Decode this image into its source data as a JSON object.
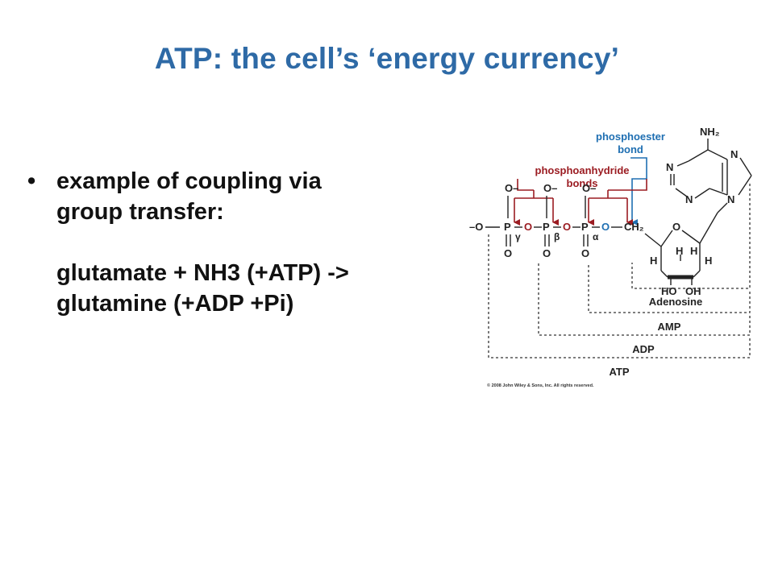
{
  "slide": {
    "title": "ATP: the cell’s ‘energy currency’",
    "bullet": {
      "marker": "•",
      "lines": [
        "example of coupling via",
        "group transfer:",
        "",
        "glutamate + NH3 (+ATP) ->",
        "glutamine (+ADP +Pi)"
      ]
    }
  },
  "diagram": {
    "labels": {
      "phosphoester": [
        "phosphoester",
        "bond"
      ],
      "phosphoanhydride": [
        "phosphoanhydride",
        "bonds"
      ]
    },
    "atoms": {
      "O": "O",
      "O_minus": "O–",
      "minus_O": "–O",
      "P": "P",
      "CH2": "CH₂",
      "NH2": "NH₂",
      "N": "N",
      "H": "H",
      "HO": "HO",
      "OH": "OH"
    },
    "greek": {
      "gamma": "γ",
      "beta": "β",
      "alpha": "α"
    },
    "brackets": [
      "Adenosine",
      "AMP",
      "ADP",
      "ATP"
    ],
    "copyright": "© 2008 John Wiley & Sons, Inc. All rights reserved.",
    "colors": {
      "phosphoanhydride": "#9b1c22",
      "phosphoester": "#1f6fb2",
      "ink": "#222222"
    }
  }
}
